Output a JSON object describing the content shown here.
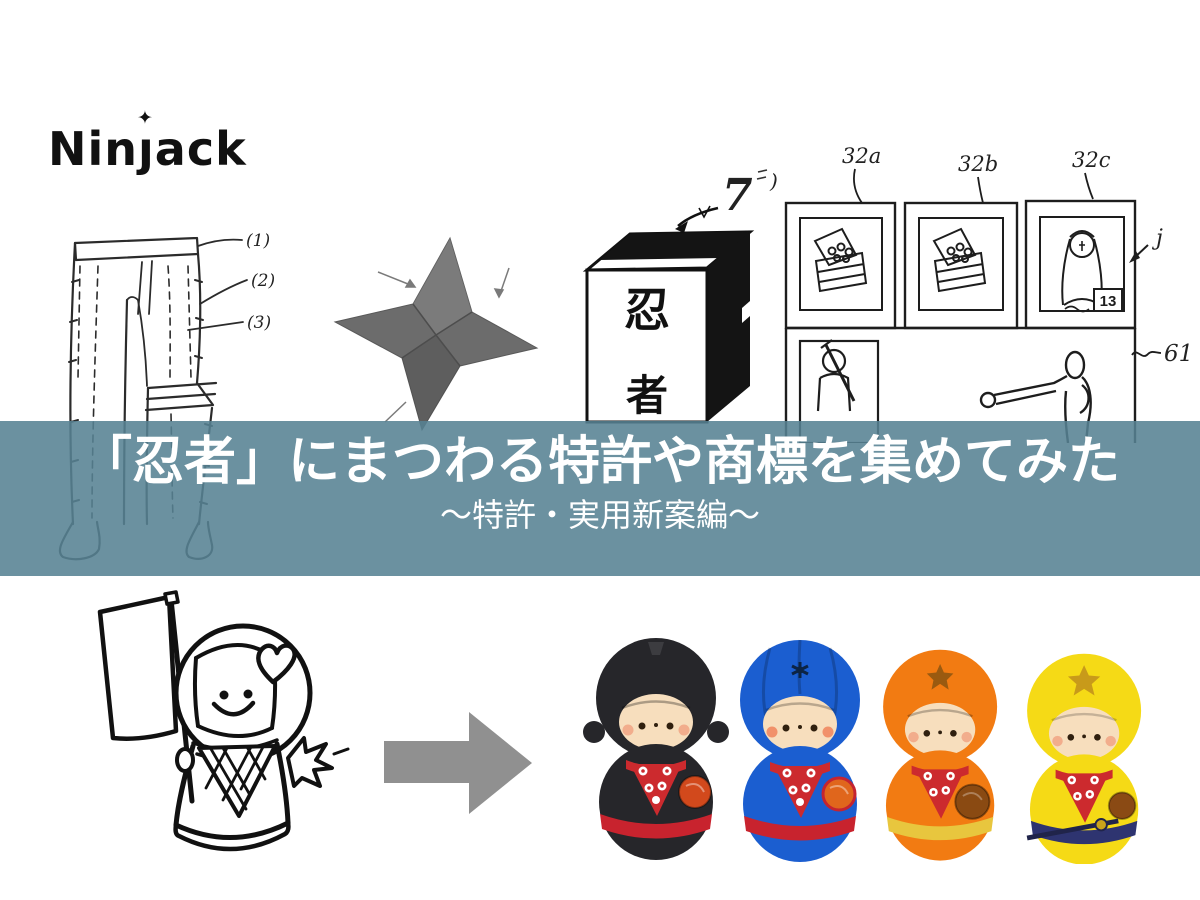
{
  "page": {
    "background": "#ffffff"
  },
  "logo": {
    "pre": "Nin",
    "dotless_j": "ȷ",
    "post": "ack",
    "star_icon": "✦",
    "color": "#111111"
  },
  "banner": {
    "title": "「忍者」にまつわる特許や商標を集めてみた",
    "subtitle": "～特許・実用新案編～",
    "bg_color": "#6a91a0",
    "text_color": "#ffffff"
  },
  "figures": {
    "pants": {
      "callouts": [
        "(1)",
        "(2)",
        "(3)"
      ]
    },
    "box": {
      "callout": "7",
      "front_chars": [
        "忍",
        "者"
      ],
      "corner_mark": ")"
    },
    "display": {
      "callouts": [
        "32a",
        "32b",
        "32c"
      ],
      "pointer_label": "j",
      "case_label": "61",
      "photo_label": "13"
    }
  },
  "arrow": {
    "color": "#909090"
  },
  "dolls": [
    {
      "label": "black ninja doll",
      "body_color": "#26262a",
      "belt_color": "#c8232e",
      "disc_color": "#d2491c"
    },
    {
      "label": "blue ninja doll",
      "body_color": "#1b5ed0",
      "belt_color": "#c8232e",
      "disc_color": "#e0661c"
    },
    {
      "label": "orange ninja doll",
      "body_color": "#f27b12",
      "belt_color": "#e8c63e",
      "disc_color": "#8a4a12",
      "star_color": "#9a5a10"
    },
    {
      "label": "yellow ninja doll",
      "body_color": "#f5da16",
      "belt_color": "#2e3470",
      "disc_color": "#8a4a14",
      "star_color": "#c89a1a"
    }
  ]
}
